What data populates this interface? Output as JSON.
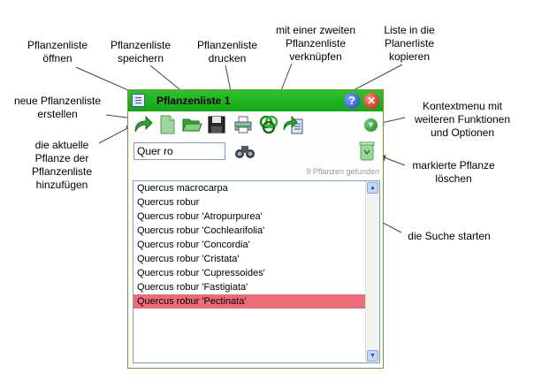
{
  "annotations": {
    "open_list": "Pflanzenliste\nöffnen",
    "save_list": "Pflanzenliste\nspeichern",
    "print_list": "Pflanzenliste\ndrucken",
    "link_list": "mit einer zweiten\nPflanzenliste\nverknüpfen",
    "copy_list": "Liste in die\nPlanerliste\nkopieren",
    "new_list": "neue Pflanzenliste\nerstellen",
    "add_plant": "die aktuelle\nPflanze der\nPflanzenliste\nhinzufügen",
    "context_menu": "Kontextmenu mit\nweiteren Funktionen\nund Optionen",
    "delete_plant": "markierte Pflanze\nlöschen",
    "start_search": "die Suche starten"
  },
  "window": {
    "title": "Pflanzenliste 1",
    "search_value": "Quer ro",
    "result_count": "9 Pflanzen gefunden"
  },
  "plants": [
    "Quercus macrocarpa",
    "Quercus robur",
    "Quercus robur 'Atropurpurea'",
    "Quercus robur 'Cochlearifolia'",
    "Quercus robur 'Concordia'",
    "Quercus robur 'Cristata'",
    "Quercus robur 'Cupressoides'",
    "Quercus robur 'Fastigiata'",
    "Quercus robur 'Pectinata'"
  ],
  "selected_plant": "Quercus robur 'Pectinata'",
  "colors": {
    "titlebar": "#1fb31f",
    "selection": "#f06b78"
  }
}
